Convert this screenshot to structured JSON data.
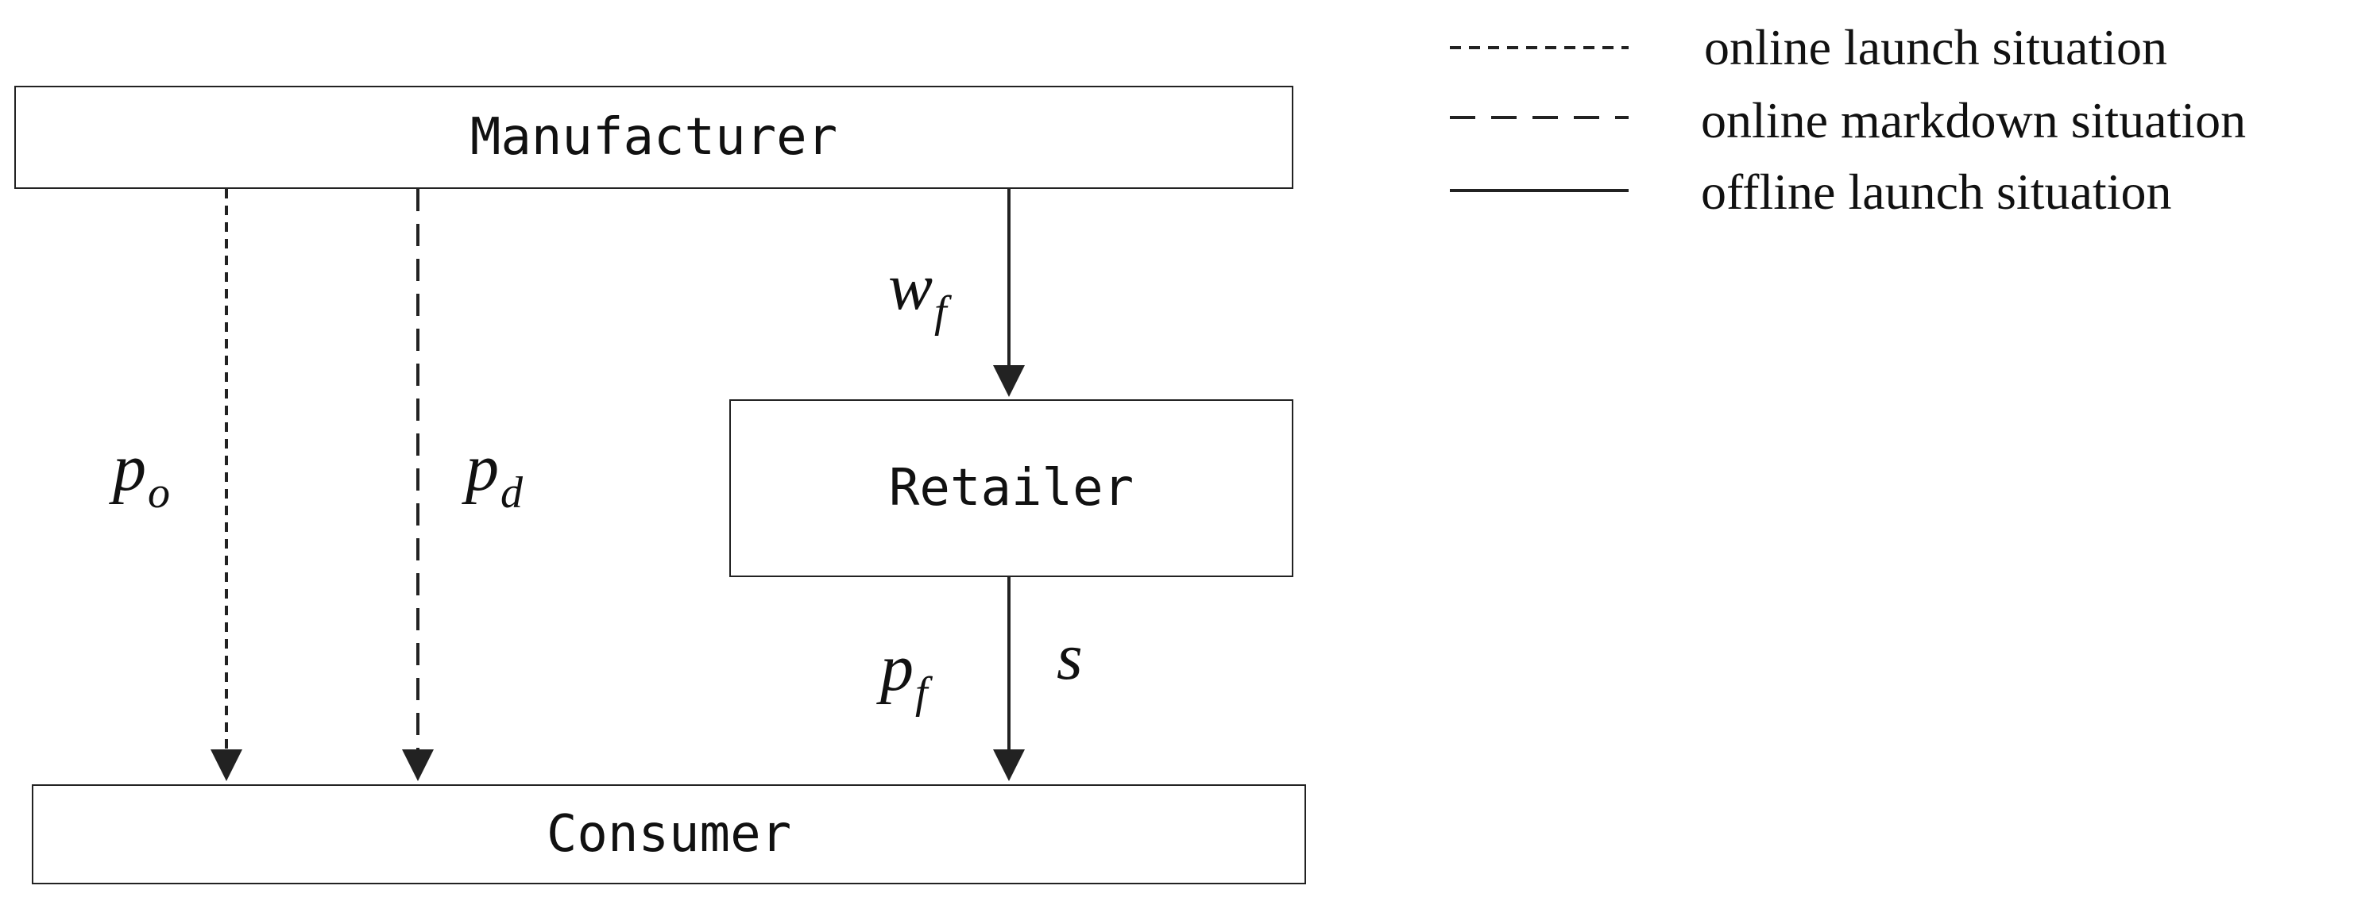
{
  "nodes": {
    "manufacturer": "Manufacturer",
    "retailer": "Retailer",
    "consumer": "Consumer"
  },
  "legend": [
    {
      "label": "online launch situation",
      "line_style": "dotted"
    },
    {
      "label": "online markdown situation",
      "line_style": "dashed"
    },
    {
      "label": "offline launch situation",
      "line_style": "solid"
    }
  ],
  "edges": [
    {
      "from": "manufacturer",
      "to": "consumer",
      "style": "dotted",
      "label_base": "p",
      "label_sub": "o"
    },
    {
      "from": "manufacturer",
      "to": "consumer",
      "style": "dashed",
      "label_base": "p",
      "label_sub": "d"
    },
    {
      "from": "manufacturer",
      "to": "retailer",
      "style": "solid",
      "label_base": "w",
      "label_sub": "f"
    },
    {
      "from": "retailer",
      "to": "consumer",
      "style": "solid",
      "label_base": "p",
      "label_sub": "f",
      "extra_label": "s"
    }
  ],
  "colors": {
    "line": "#222222",
    "text": "#111111",
    "background": "#ffffff"
  }
}
